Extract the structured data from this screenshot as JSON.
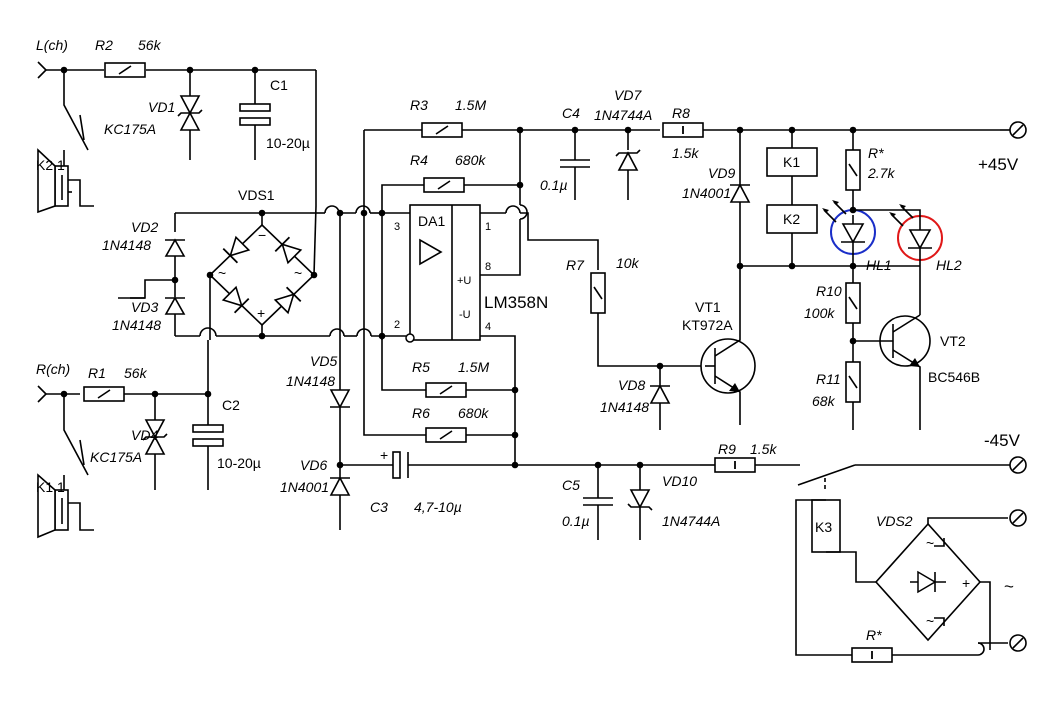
{
  "inputs": {
    "left": "L(ch)",
    "right": "R(ch)"
  },
  "terminals": {
    "plus": "+45V",
    "minus": "-45V",
    "ac": "~"
  },
  "resistors": {
    "R1": {
      "ref": "R1",
      "value": "56k"
    },
    "R2": {
      "ref": "R2",
      "value": "56k"
    },
    "R3": {
      "ref": "R3",
      "value": "1.5M"
    },
    "R4": {
      "ref": "R4",
      "value": "680k"
    },
    "R5": {
      "ref": "R5",
      "value": "1.5M"
    },
    "R6": {
      "ref": "R6",
      "value": "680k"
    },
    "R7": {
      "ref": "R7",
      "value": "10k"
    },
    "R8": {
      "ref": "R8",
      "value": "1.5k"
    },
    "R9": {
      "ref": "R9",
      "value": "1.5k"
    },
    "R10": {
      "ref": "R10",
      "value": "100k"
    },
    "R11": {
      "ref": "R11",
      "value": "68k"
    },
    "Rstar1": {
      "ref": "R*",
      "value": "2.7k"
    },
    "Rstar2": {
      "ref": "R*",
      "value": ""
    }
  },
  "capacitors": {
    "C1": {
      "ref": "C1",
      "value": "10-20µ"
    },
    "C2": {
      "ref": "C2",
      "value": "10-20µ"
    },
    "C3": {
      "ref": "C3",
      "value": "4,7-10µ"
    },
    "C4": {
      "ref": "C4",
      "value": "0.1µ"
    },
    "C5": {
      "ref": "C5",
      "value": "0.1µ"
    }
  },
  "diodes": {
    "VD1": {
      "ref": "VD1",
      "value": "KC175A"
    },
    "VD2": {
      "ref": "VD2",
      "value": "1N4148"
    },
    "VD3": {
      "ref": "VD3",
      "value": "1N4148"
    },
    "VD4": {
      "ref": "VD4",
      "value": "KC175A"
    },
    "VD5": {
      "ref": "VD5",
      "value": "1N4148"
    },
    "VD6": {
      "ref": "VD6",
      "value": "1N4001"
    },
    "VD7": {
      "ref": "VD7",
      "value": "1N4744A"
    },
    "VD8": {
      "ref": "VD8",
      "value": "1N4148"
    },
    "VD9": {
      "ref": "VD9",
      "value": "1N4001"
    },
    "VD10": {
      "ref": "VD10",
      "value": "1N4744A"
    }
  },
  "bridges": {
    "VDS1": "VDS1",
    "VDS2": "VDS2"
  },
  "opamp": {
    "ref": "DA1",
    "part": "LM358N",
    "pin1": "1",
    "pin2": "2",
    "pin3": "3",
    "pin4": "4",
    "pin8": "8",
    "vplus": "+U",
    "vminus": "-U"
  },
  "transistors": {
    "VT1": {
      "ref": "VT1",
      "value": "KT972A"
    },
    "VT2": {
      "ref": "VT2",
      "value": "BC546B"
    }
  },
  "leds": {
    "HL1": "HL1",
    "HL2": "HL2"
  },
  "relays": {
    "K1": "K1",
    "K2": "K2",
    "K3": "K3",
    "K11": "K1.1",
    "K21": "K2.1"
  },
  "bridge_marks": {
    "minus": "−",
    "plus": "+",
    "ac": "~"
  },
  "c3_polarity": "+",
  "colors": {
    "line": "#000000",
    "hl1": "#1a2ec8",
    "hl2": "#e01818"
  }
}
